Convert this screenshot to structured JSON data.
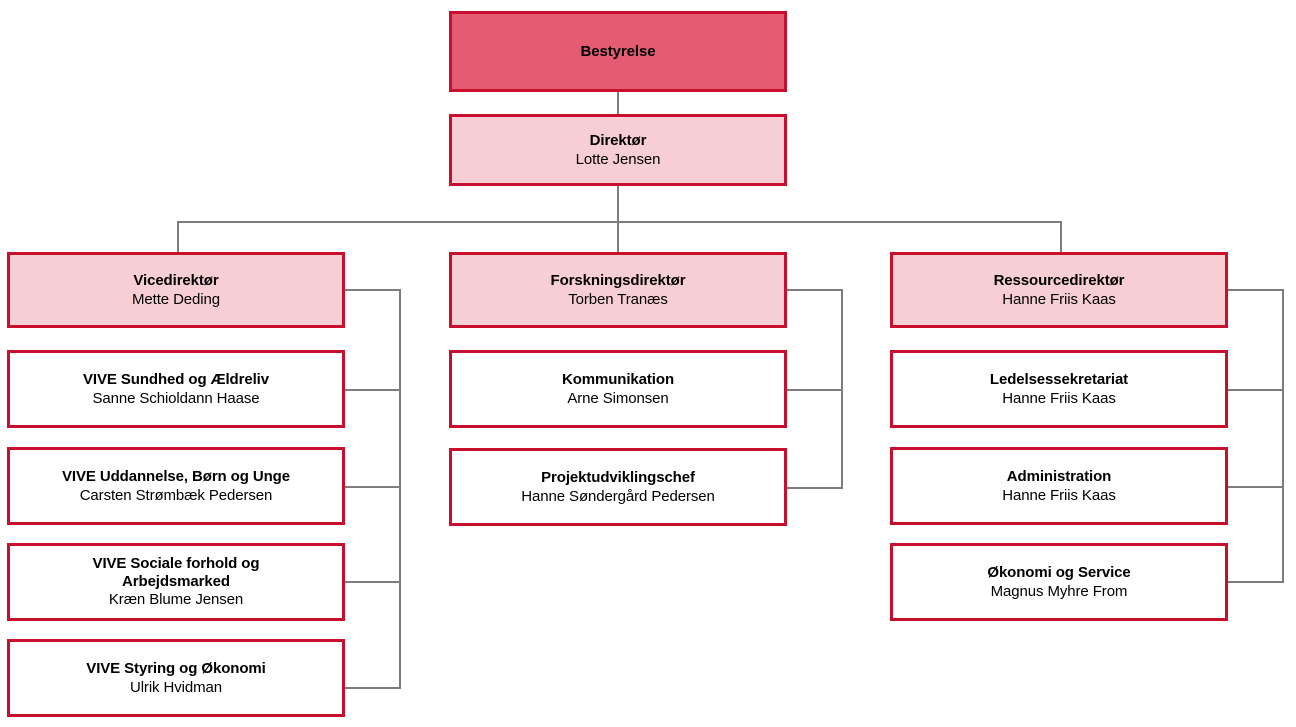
{
  "diagram": {
    "type": "organization-chart",
    "language": "da",
    "colors": {
      "border": "#c8102e",
      "fill_top": "#e35c72",
      "fill_director": "#f8ced5",
      "fill_unit": "#ffffff",
      "connector": "#7d7d7d",
      "text": "#000000"
    }
  },
  "top": {
    "board": {
      "title": "Bestyrelse",
      "person": ""
    },
    "director": {
      "title": "Direktør",
      "person": "Lotte Jensen"
    }
  },
  "columns": [
    {
      "key": "vicedirektor",
      "head": {
        "title": "Vicedirektør",
        "person": "Mette Deding"
      },
      "units": [
        {
          "title": "VIVE Sundhed og Ældreliv",
          "person": "Sanne Schioldann Haase"
        },
        {
          "title": "VIVE Uddannelse, Børn og Unge",
          "person": "Carsten Strømbæk Pedersen"
        },
        {
          "title": "VIVE Sociale forhold og\nArbejdsmarked",
          "person": "Kræn Blume Jensen"
        },
        {
          "title": "VIVE Styring og Økonomi",
          "person": "Ulrik Hvidman"
        }
      ]
    },
    {
      "key": "forskningsdirektor",
      "head": {
        "title": "Forskningsdirektør",
        "person": "Torben Tranæs"
      },
      "units": [
        {
          "title": "Kommunikation",
          "person": "Arne Simonsen"
        },
        {
          "title": "Projektudviklingschef",
          "person": "Hanne Søndergård Pedersen"
        }
      ]
    },
    {
      "key": "ressourcedirektor",
      "head": {
        "title": "Ressourcedirektør",
        "person": "Hanne Friis Kaas"
      },
      "units": [
        {
          "title": "Ledelsessekretariat",
          "person": "Hanne Friis Kaas"
        },
        {
          "title": "Administration",
          "person": "Hanne Friis Kaas"
        },
        {
          "title": "Økonomi og Service",
          "person": "Magnus Myhre From"
        }
      ]
    }
  ]
}
